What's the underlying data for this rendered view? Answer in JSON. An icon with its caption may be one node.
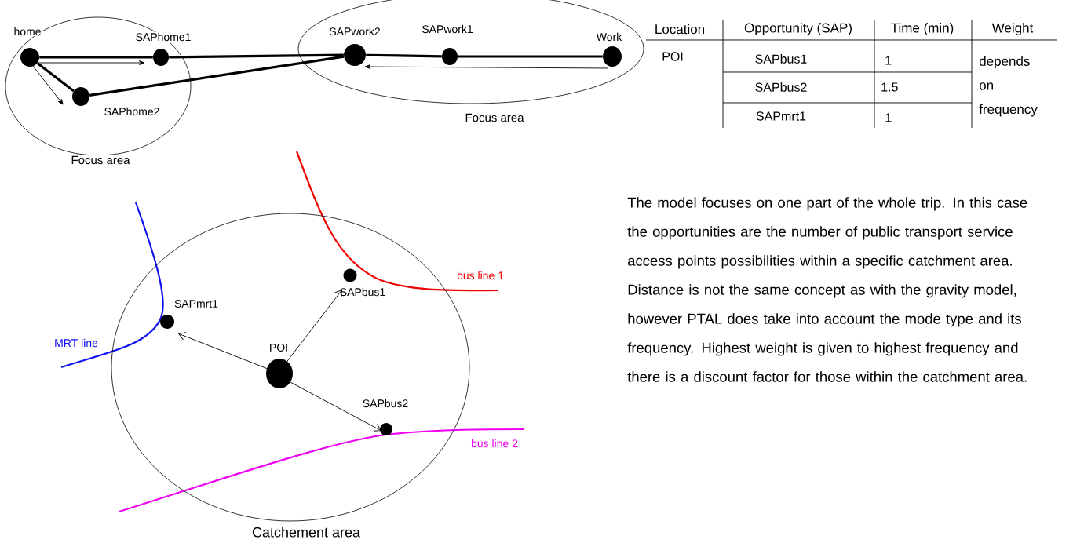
{
  "diagram": {
    "nodes": [
      {
        "text": [
          "Focus area"
        ]
      },
      {
        "text": [
          "home"
        ],
        "in": 0
      },
      {
        "text": [
          "SAPhome1"
        ],
        "in": 0
      },
      {
        "text": [
          "SAPhome2"
        ],
        "in": 0
      },
      {
        "text": [
          "Focus area"
        ]
      },
      {
        "text": [
          "SAPwork2"
        ],
        "in": 4
      },
      {
        "text": [
          "SAPwork1"
        ],
        "in": 4
      },
      {
        "text": [
          "Work"
        ],
        "in": 4
      },
      {
        "text": [
          "Catchement area"
        ]
      },
      {
        "text": [
          "SAPmrt1"
        ],
        "in": 8
      },
      {
        "text": [
          "SAPbus1"
        ],
        "in": 8
      },
      {
        "text": [
          "POI"
        ],
        "in": 8
      },
      {
        "text": [
          "SAPbus2"
        ],
        "in": 8
      }
    ],
    "edges": [
      {
        "from": 1,
        "to": 2,
        "arrow": "none",
        "style": "thick"
      },
      {
        "from": 2,
        "to": 5,
        "arrow": "none",
        "style": "thick"
      },
      {
        "from": 5,
        "to": 6,
        "arrow": "none",
        "style": "thick"
      },
      {
        "from": 6,
        "to": 7,
        "arrow": "none",
        "style": "thick"
      },
      {
        "from": 1,
        "to": 3,
        "arrow": "none",
        "style": "thick"
      },
      {
        "from": 3,
        "to": 5,
        "arrow": "none",
        "style": "thick"
      },
      {
        "from": 1,
        "to": 2,
        "arrow": "to"
      },
      {
        "from": 1,
        "to": 3,
        "arrow": "to"
      },
      {
        "from": 7,
        "to": 5,
        "arrow": "to"
      },
      {
        "from": 11,
        "to": 9,
        "arrow": "to"
      },
      {
        "from": 11,
        "to": 10,
        "arrow": "to"
      },
      {
        "from": 11,
        "to": 12,
        "arrow": "to"
      }
    ],
    "labels": [
      "MRT line",
      "bus line 1",
      "bus line 2",
      "Location",
      "Opportunity (SAP)",
      "Time (min)",
      "Weight",
      "POI",
      "SAPbus1",
      "1",
      "depends on frequency",
      "SAPbus2",
      "1.5",
      "SAPmrt1",
      "1",
      "The model focuses on one part of the whole trip. In this case the opportunities are the number of public transport service access points possibilities within a specific catchment area. Distance is not the same concept as with the gravity model, however PTAL does take into account the mode type and its frequency. Highest weight is given to highest frequency and there is a discount factor for those within the catchment area."
    ]
  }
}
